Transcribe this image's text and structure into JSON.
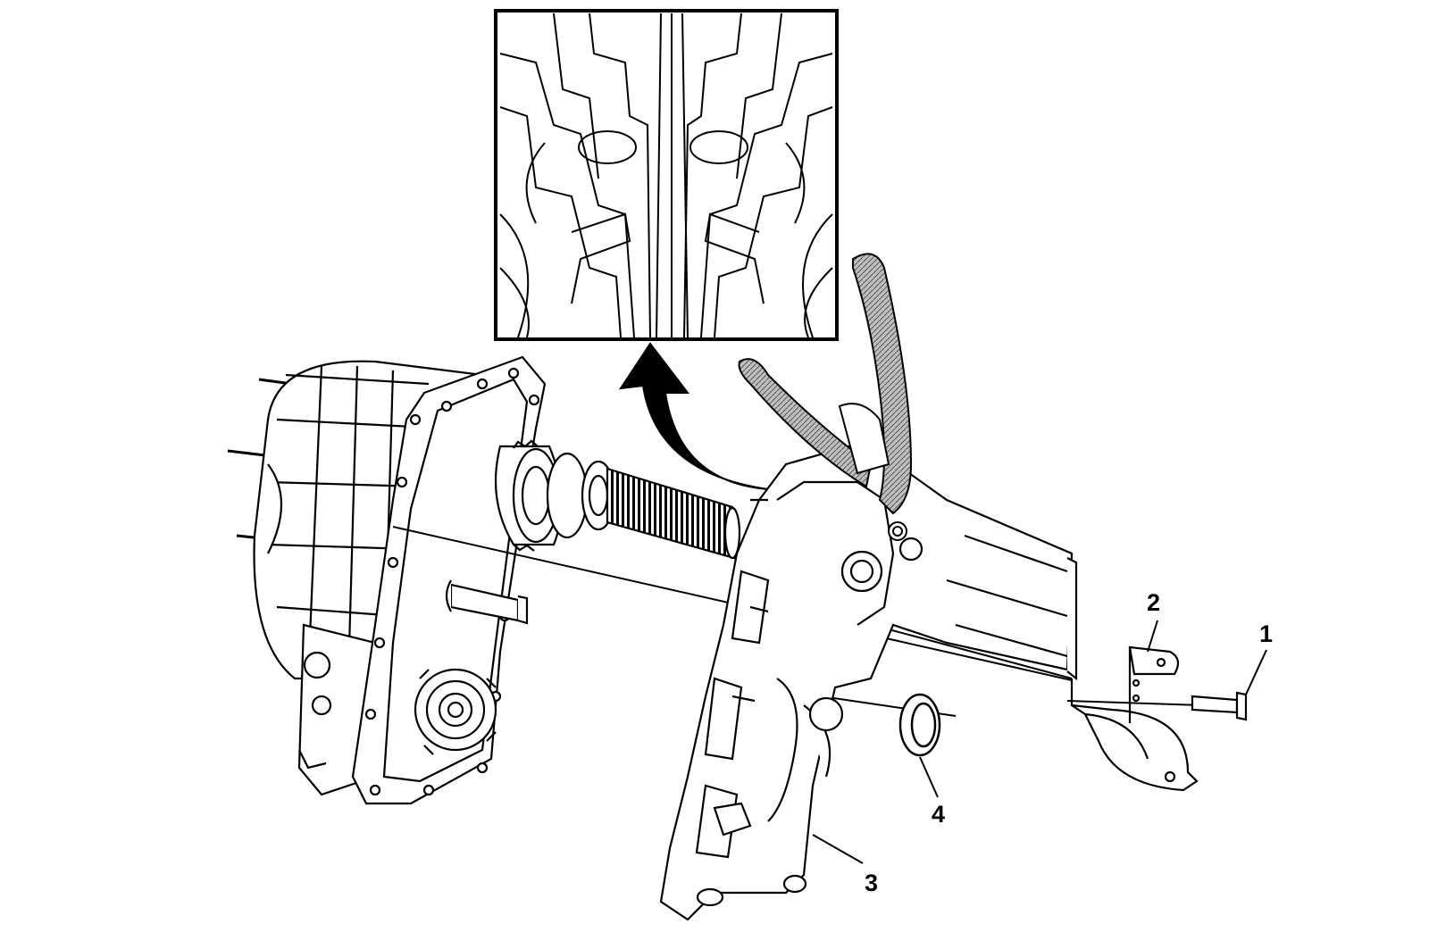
{
  "callouts": [
    {
      "label": "1"
    },
    {
      "label": "2"
    },
    {
      "label": "3"
    },
    {
      "label": "4"
    }
  ],
  "colors": {
    "line": "#000000",
    "background": "#ffffff",
    "tool_fill": "#9a9a9a"
  }
}
